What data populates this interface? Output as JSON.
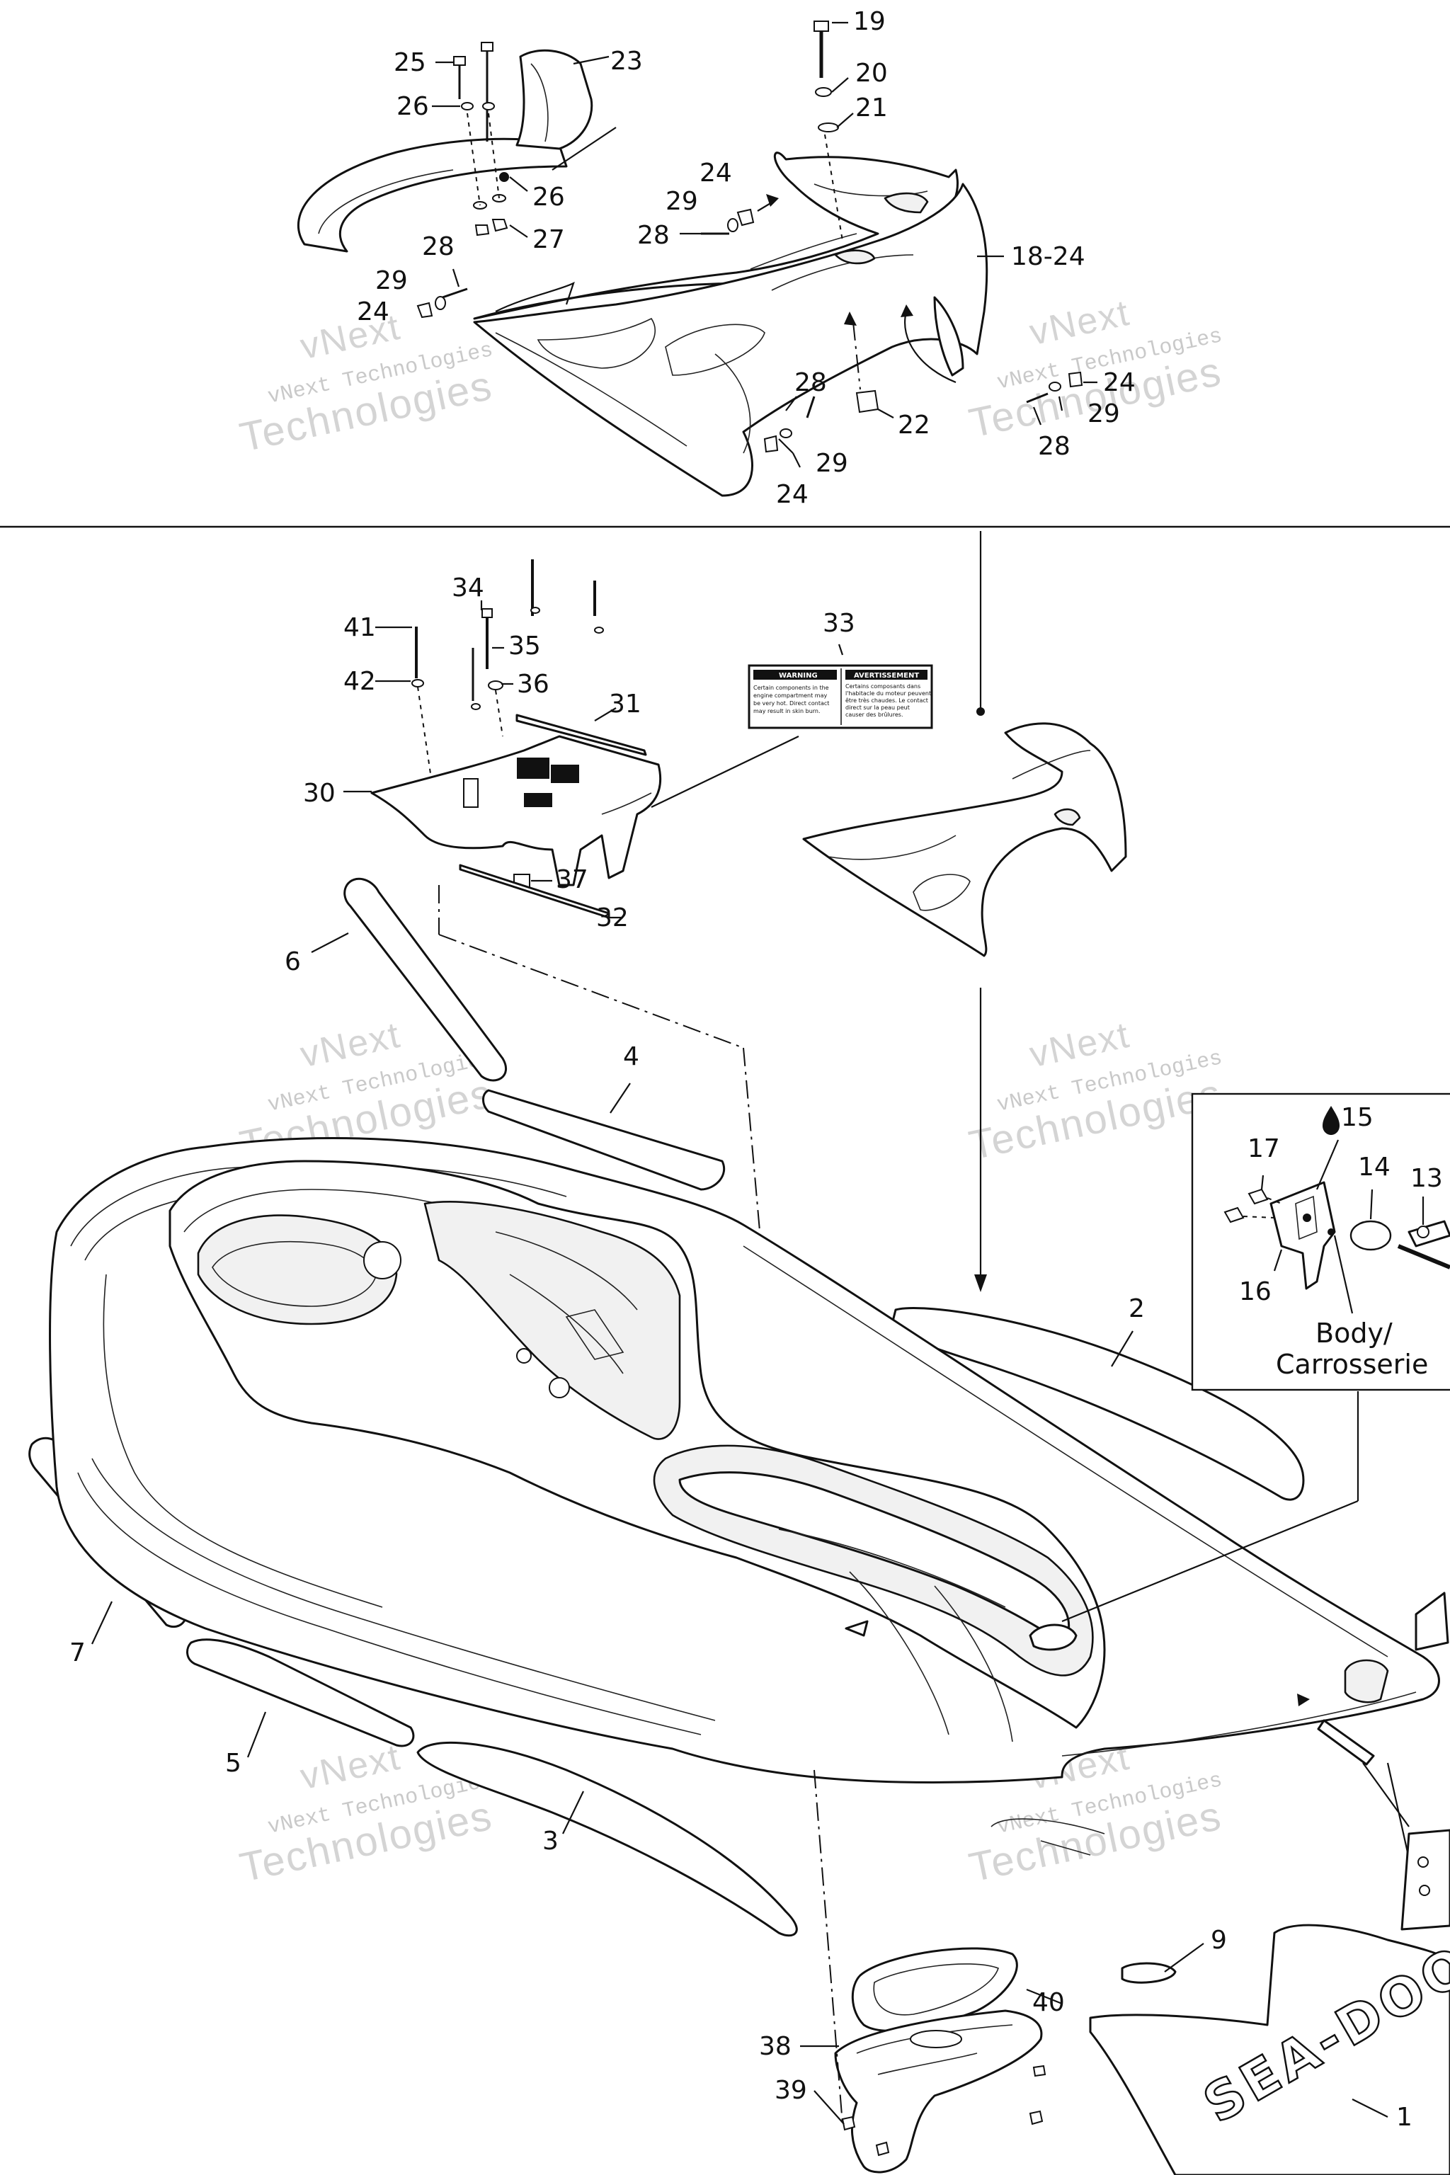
{
  "labels": {
    "top": {
      "l25": "25",
      "l26a": "26",
      "l23": "23",
      "l26b": "26",
      "l27": "27",
      "l19": "19",
      "l20": "20",
      "l21": "21",
      "l24a": "24",
      "l29a": "29",
      "l28a": "28",
      "l18_24": "18-24",
      "l28b": "28",
      "l29b": "29",
      "l24b": "24",
      "l28c": "28",
      "l29c": "29",
      "l24c": "24",
      "l22": "22",
      "l24d": "24",
      "l29d": "29",
      "l28d": "28"
    },
    "body_line1": "Body/",
    "body_line2": "Carrosserie",
    "mid": {
      "l34": "34",
      "l41": "41",
      "l35": "35",
      "l42": "42",
      "l36": "36",
      "l33": "33",
      "l31": "31",
      "l30": "30",
      "l37": "37",
      "l32": "32"
    },
    "main": {
      "l6": "6",
      "l4": "4",
      "l2": "2",
      "l7": "7",
      "l5": "5",
      "l3": "3",
      "l9": "9",
      "l40": "40",
      "l38": "38",
      "l39": "39",
      "l1": "1"
    },
    "inset": {
      "l15": "15",
      "l17": "17",
      "l14": "14",
      "l13": "13",
      "l16": "16",
      "body_line1": "Body/",
      "body_line2": "Carrosserie"
    }
  },
  "decal": {
    "warning_en": "WARNING",
    "warning_fr": "AVERTISSEMENT",
    "text_en": [
      "Certain components in the",
      "engine compartment may",
      "be very hot. Direct contact",
      "may result in skin burn."
    ],
    "text_fr": [
      "Certains composants dans",
      "l'habitacle du moteur peuvent",
      "être très chaudes. Le contact",
      "direct sur la peau peut",
      "causer des brûlures."
    ]
  },
  "mat_logo": "SEA-DOO",
  "watermark": {
    "line1": "vNext",
    "line2": "vNext Technologies",
    "line3": "Technologies"
  },
  "colors": {
    "ink": "#111111",
    "watermark": "#c9c9c9",
    "background": "#ffffff"
  }
}
